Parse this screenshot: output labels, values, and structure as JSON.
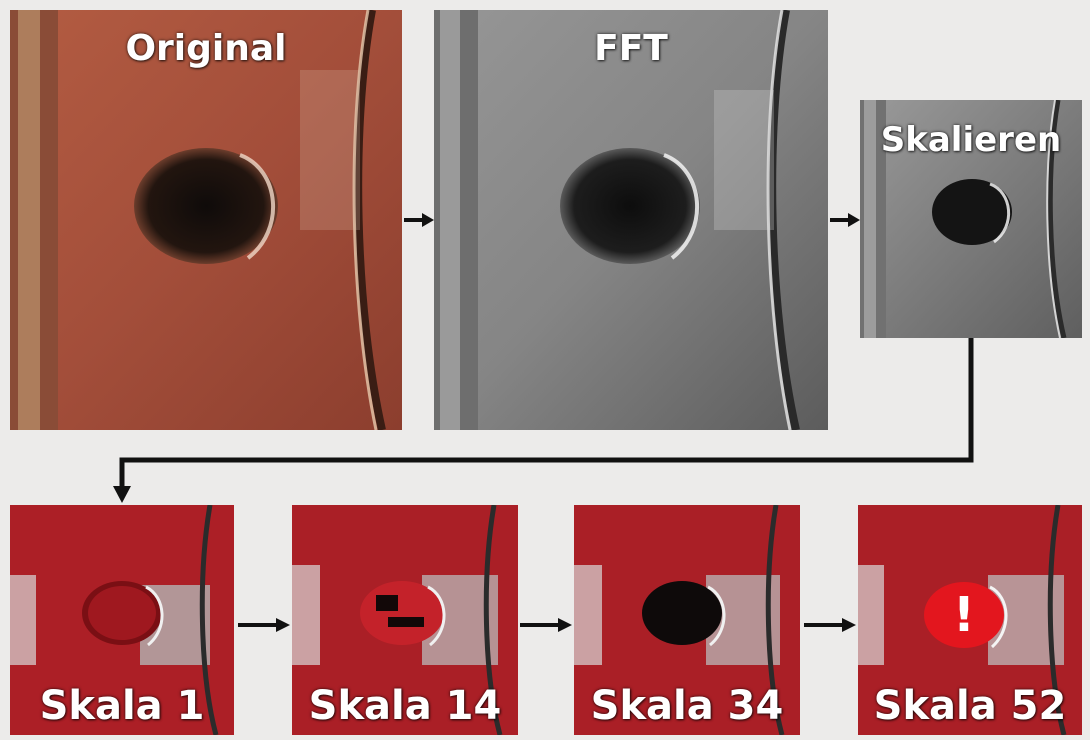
{
  "stages": {
    "original": "Original",
    "fft": "FFT",
    "scale": "Skalieren"
  },
  "scales": [
    {
      "label": "Skala 1"
    },
    {
      "label": "Skala 14"
    },
    {
      "label": "Skala 34"
    },
    {
      "label": "Skala 52",
      "alert": "!"
    }
  ],
  "colors": {
    "background": "#ecebea",
    "original_tint": "#a9573f",
    "fft_tint": "#8d8d8d",
    "detection_red": "#d2232a",
    "arrow": "#111111"
  }
}
